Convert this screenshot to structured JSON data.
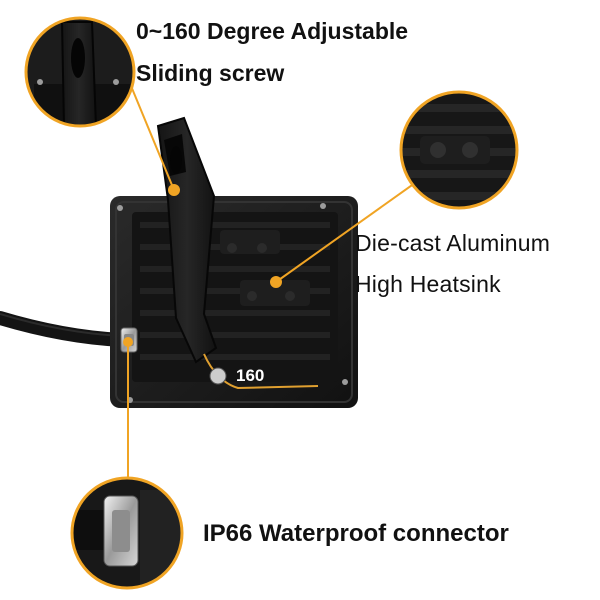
{
  "callouts": {
    "angle": {
      "line1": "0~160 Degree Adjustable",
      "line2": "Sliding screw"
    },
    "heatsink": {
      "line1": "Die-cast Aluminum",
      "line2": "High Heatsink"
    },
    "connector": {
      "label": "IP66 Waterproof connector"
    },
    "angle_mark": "160"
  },
  "colors": {
    "callout_line": "#f0a424",
    "housing": "#1b1b1b",
    "housing_edge": "#2c2c2c",
    "fins": "#0f0f0f",
    "text": "#111111"
  },
  "icons": {
    "angle_circle": "bracket-closeup",
    "heatsink_circle": "heatsink-closeup",
    "connector_circle": "connector-closeup"
  }
}
